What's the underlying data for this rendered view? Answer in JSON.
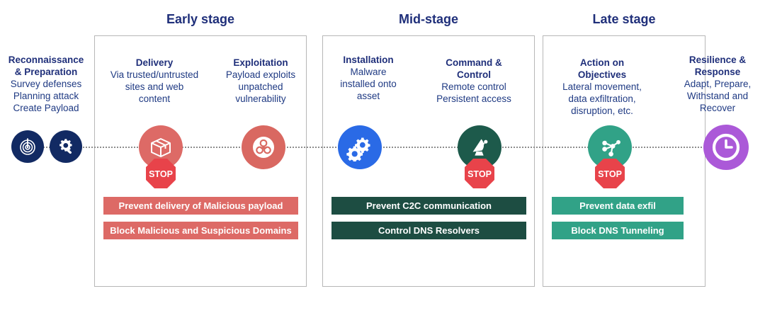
{
  "stages": {
    "early": {
      "label": "Early stage"
    },
    "mid": {
      "label": "Mid-stage"
    },
    "late": {
      "label": "Late stage"
    }
  },
  "side_columns": {
    "reconnaissance": {
      "title_line1": "Reconnaissance",
      "title_line2": "& Preparation",
      "body_line1": "Survey defenses",
      "body_line2": "Planning attack",
      "body_line3": "Create Payload",
      "icons": [
        "radar-icon",
        "gear-magnifier-icon"
      ]
    },
    "resilience": {
      "title_line1": "Resilience &",
      "title_line2": "Response",
      "body_line1": "Adapt, Prepare,",
      "body_line2": "Withstand and",
      "body_line3": "Recover",
      "icons": [
        "clock-icon"
      ]
    }
  },
  "phases": {
    "delivery": {
      "title": "Delivery",
      "body_line1": "Via trusted/untrusted",
      "body_line2": "sites and web",
      "body_line3": "content",
      "icon": "package-box-icon",
      "has_stop": true
    },
    "exploitation": {
      "title": "Exploitation",
      "body_line1": "Payload exploits",
      "body_line2": "unpatched",
      "body_line3": "vulnerability",
      "icon": "biohazard-icon",
      "has_stop": false
    },
    "installation": {
      "title": "Installation",
      "body_line1": "Malware",
      "body_line2": "installed onto",
      "body_line3": "asset",
      "icon": "gears-icon",
      "has_stop": false
    },
    "command_control": {
      "title_line1": "Command &",
      "title_line2": "Control",
      "body_line1": "Remote control",
      "body_line2": "Persistent access",
      "icon": "satellite-dish-icon",
      "has_stop": true
    },
    "action_objectives": {
      "title_line1": "Action on",
      "title_line2": "Objectives",
      "body_line1": "Lateral movement,",
      "body_line2": "data exfiltration,",
      "body_line3": "disruption, etc.",
      "icon": "network-nodes-icon",
      "has_stop": true
    }
  },
  "controls": {
    "early": [
      "Prevent delivery of Malicious payload",
      "Block Malicious and Suspicious Domains"
    ],
    "mid": [
      "Prevent C2C communication",
      "Control DNS Resolvers"
    ],
    "late": [
      "Prevent data exfil",
      "Block DNS Tunneling"
    ]
  },
  "stop_sign": {
    "label": "STOP"
  },
  "colors": {
    "navy_text": "#1f2f7a",
    "body_text": "#1f3a83",
    "coral": "#dd6a66",
    "blue": "#2a6ae6",
    "dark_green": "#1d5a4b",
    "teal": "#31a287",
    "purple": "#ab59d8",
    "navy_circle": "#122a63",
    "stop_red": "#e8434a",
    "box_border": "#b7b7b7"
  }
}
